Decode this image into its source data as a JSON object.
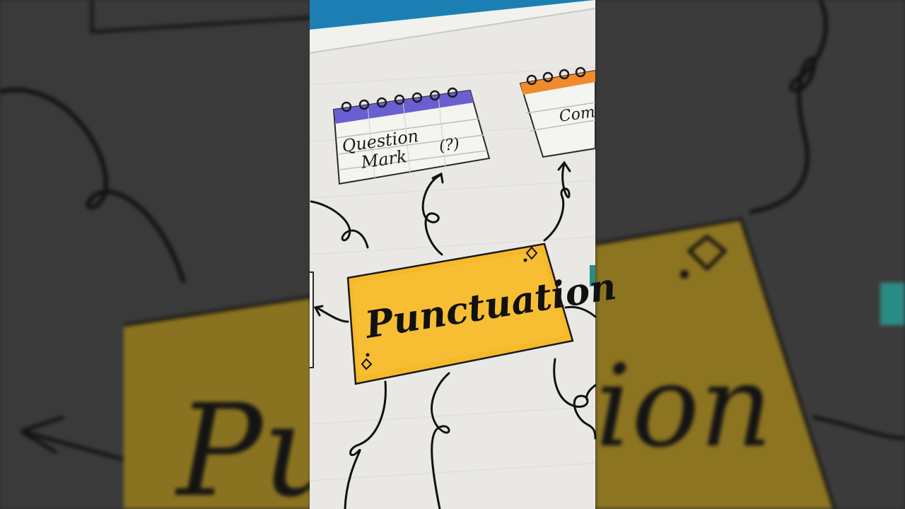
{
  "scene": {
    "kind": "photo of a hand-drawn punctuation mind map (vertical video with blurred side fill)",
    "paper_color": "#ececea",
    "blue_edge_color": "#1b7fb3",
    "center_box_color": "#f6b92b",
    "question_header_color": "#6a5fd0",
    "comma_header_color": "#f08a2b"
  },
  "center_node": {
    "label": "Punctuation"
  },
  "nodes": [
    {
      "label_line1": "Question",
      "label_line2": "Mark",
      "symbol": "(?)"
    },
    {
      "label_line1": "Com"
    }
  ]
}
